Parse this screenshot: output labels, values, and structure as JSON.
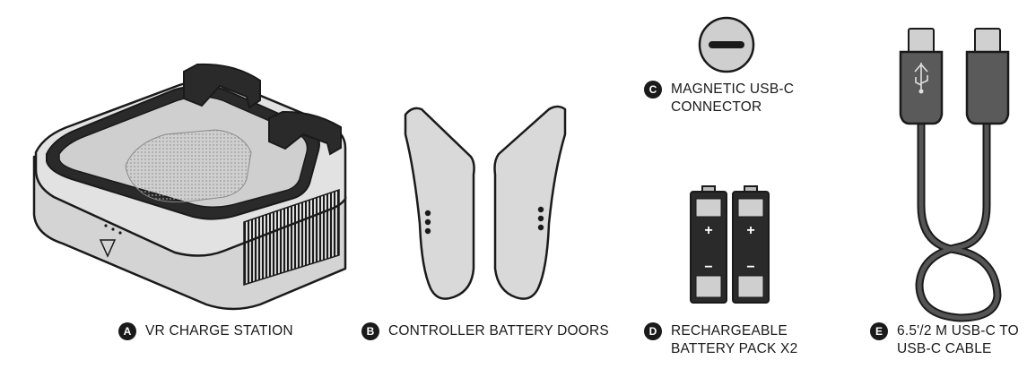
{
  "items": [
    {
      "letter": "A",
      "label": "VR CHARGE STATION"
    },
    {
      "letter": "B",
      "label": "CONTROLLER BATTERY DOORS"
    },
    {
      "letter": "C",
      "label": "MAGNETIC USB-C\nCONNECTOR"
    },
    {
      "letter": "D",
      "label": "RECHARGEABLE\nBATTERY PACK X2"
    },
    {
      "letter": "E",
      "label": "6.5'/2 M USB-C TO\nUSB-C CABLE"
    }
  ],
  "battery_signs": {
    "plus": "+",
    "minus": "−"
  },
  "colors": {
    "outline": "#1a1a1a",
    "fill": "#dcdcdc",
    "shade": "#b8b8b8",
    "cable": "#555555"
  }
}
